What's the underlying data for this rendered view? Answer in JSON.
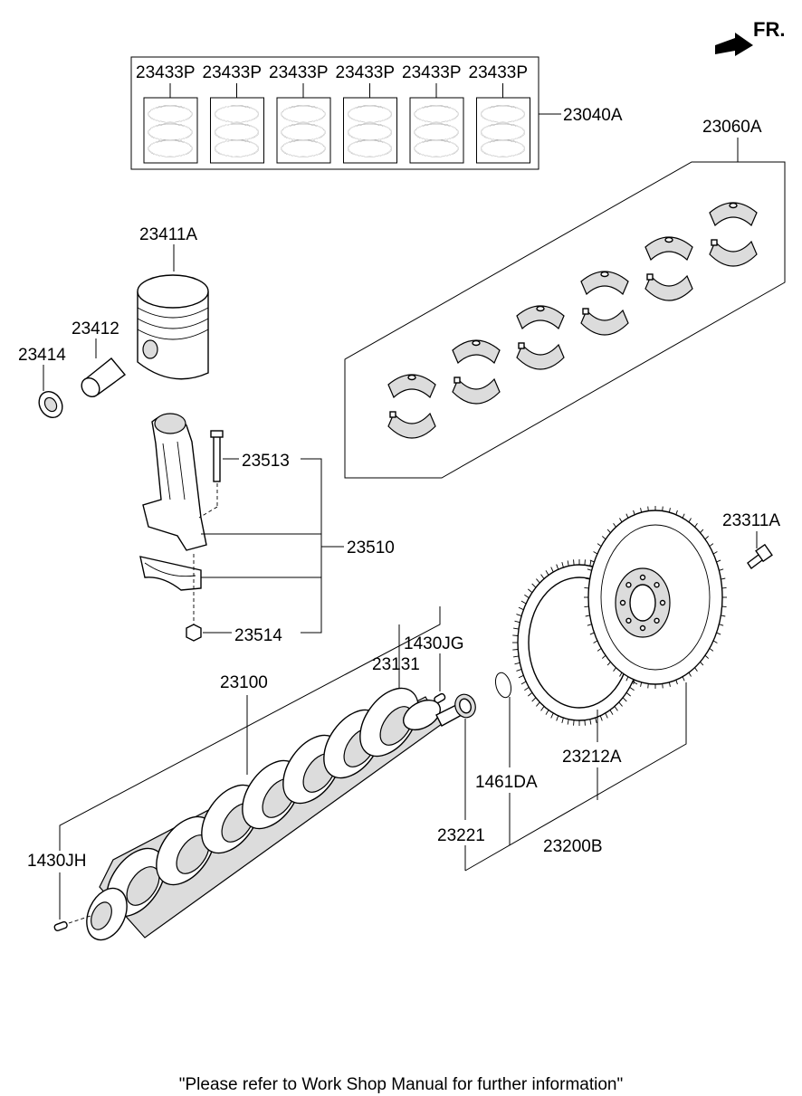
{
  "direction_indicator": "FR.",
  "labels": {
    "ring_set": "23433P",
    "piston_ring_kit": "23040A",
    "main_bearing_set": "23060A",
    "piston": "23411A",
    "piston_pin": "23412",
    "snap_ring": "23414",
    "rod_bolt": "23513",
    "connecting_rod_assy": "23510",
    "rod_nut": "23514",
    "flywheel_bolt": "23311A",
    "pin_1430jg": "1430JG",
    "pin_23131": "23131",
    "crankshaft": "23100",
    "pin_1430jh": "1430JH",
    "oil_seal_23221": "23221",
    "ring_1461da": "1461DA",
    "ring_gear": "23212A",
    "flywheel_assy": "23200B"
  },
  "footer_note": "\"Please refer to Work Shop Manual for further information\""
}
